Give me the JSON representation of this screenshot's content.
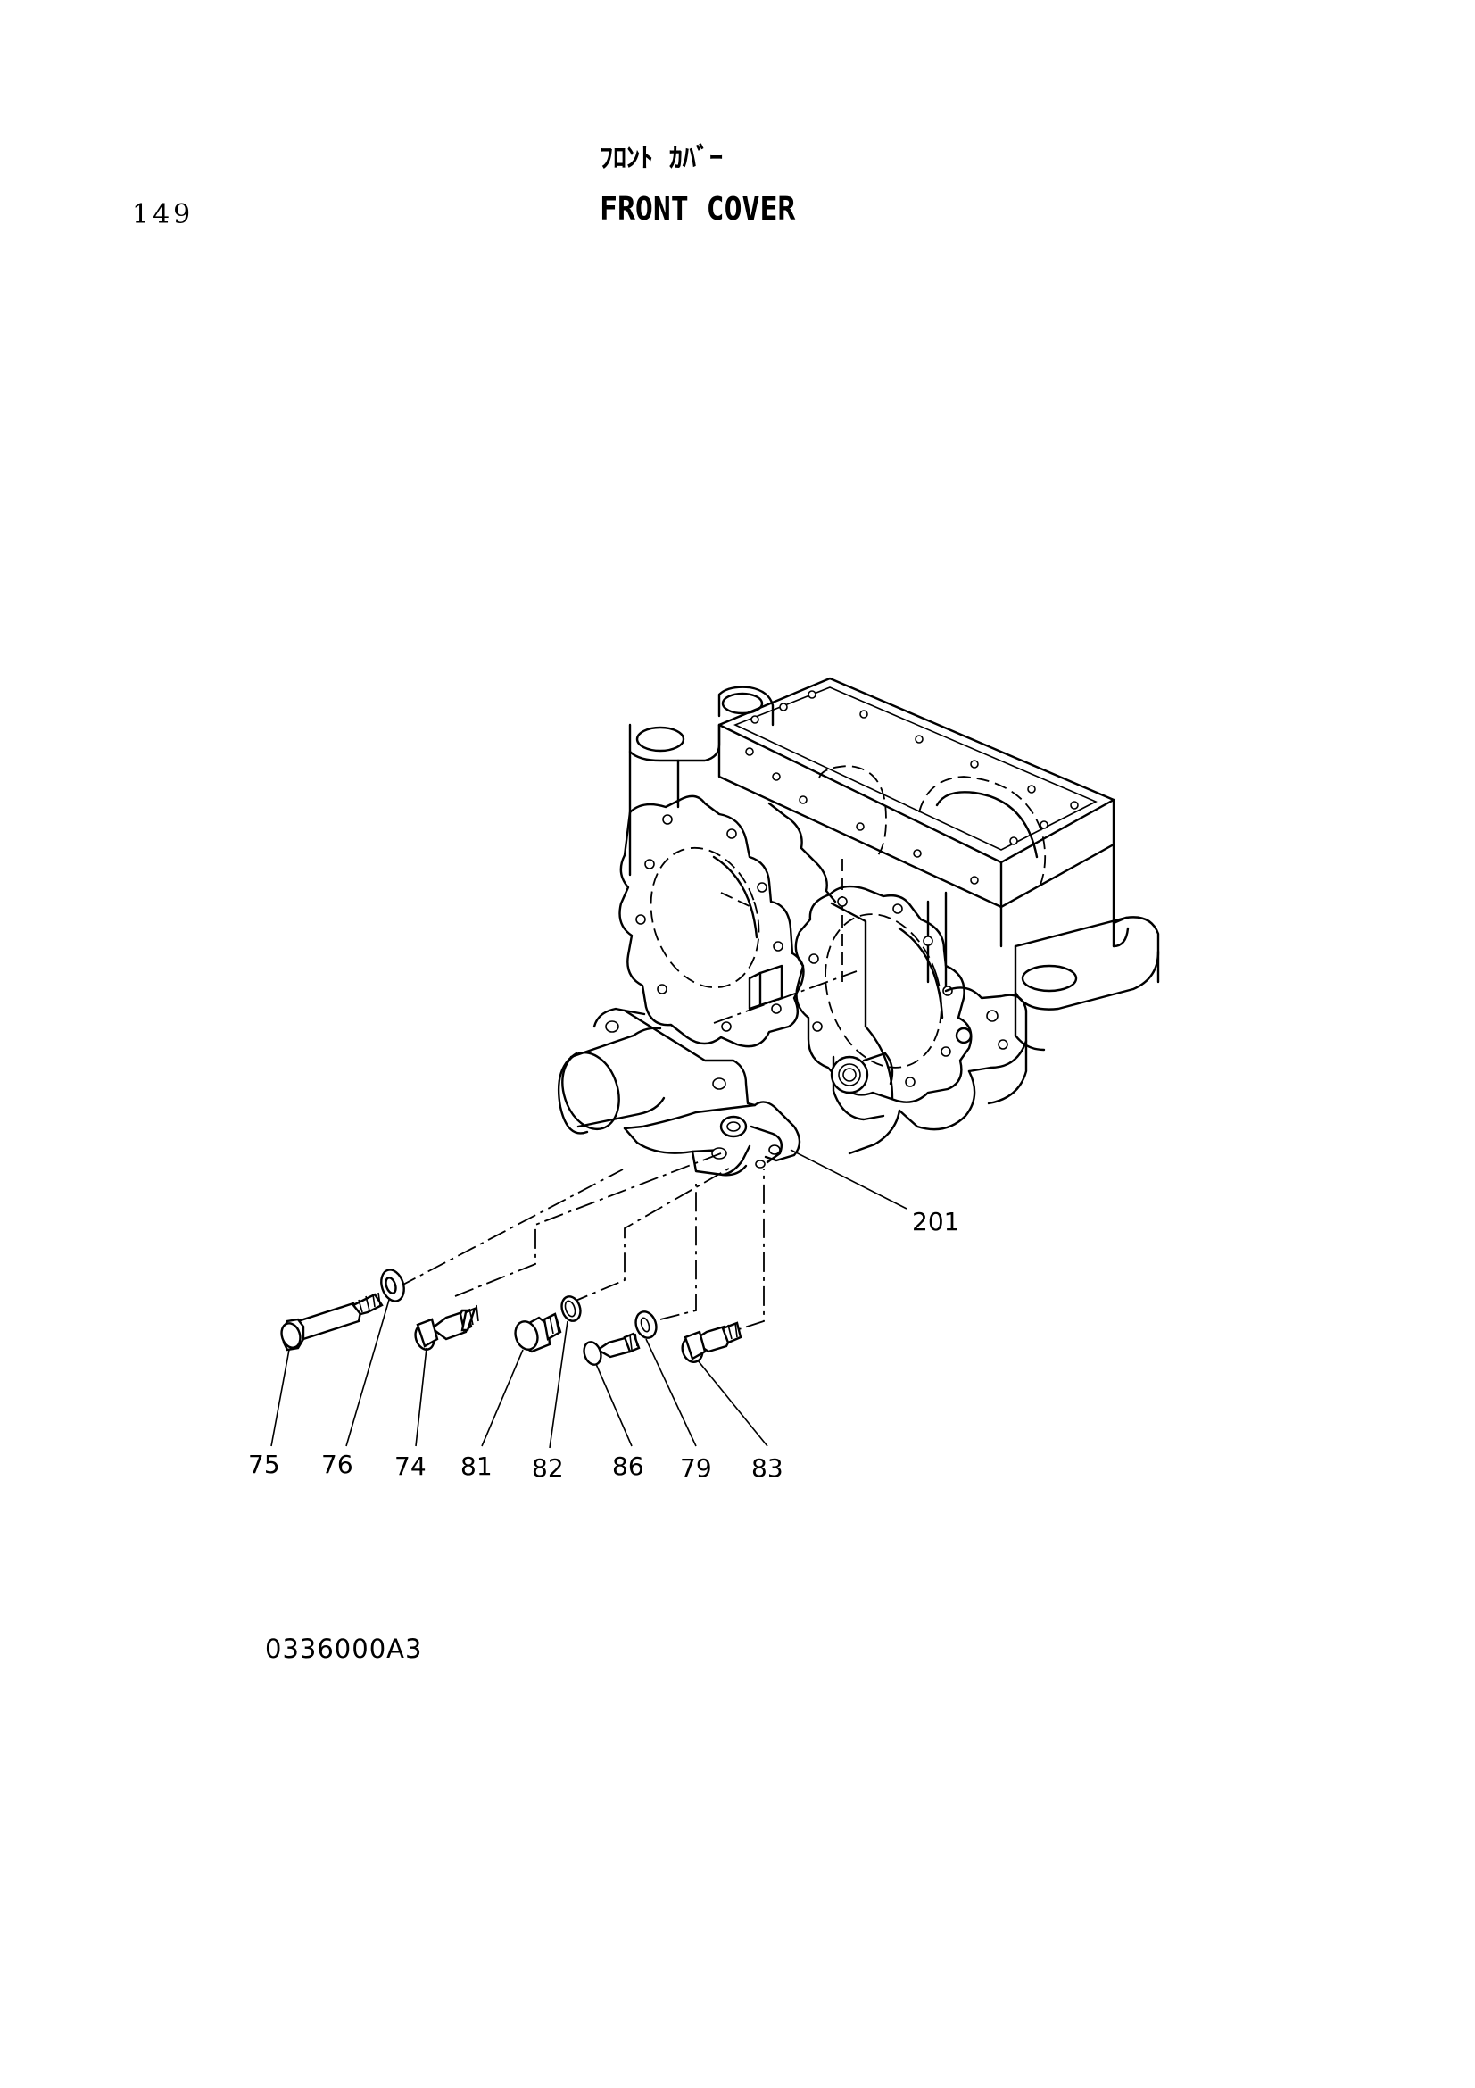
{
  "page": {
    "number": "149",
    "title_jp": "ﾌﾛﾝﾄ ｶﾊﾞｰ",
    "title_en": "FRONT COVER",
    "drawing_code": "0336000A3"
  },
  "callouts": {
    "c201": "201",
    "c75": "75",
    "c76": "76",
    "c74": "74",
    "c81": "81",
    "c82": "82",
    "c86": "86",
    "c79": "79",
    "c83": "83"
  }
}
